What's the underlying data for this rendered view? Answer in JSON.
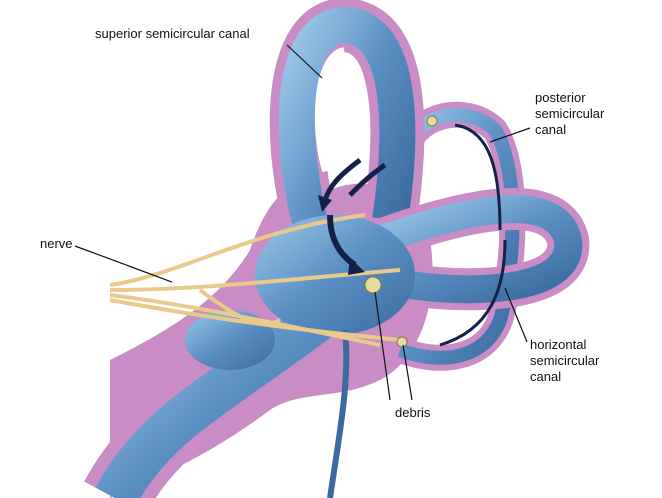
{
  "labels": {
    "superior": "superior semicircular canal",
    "posterior": [
      "posterior",
      "semicircular",
      "canal"
    ],
    "nerve": "nerve",
    "horizontal": [
      "horizontal",
      "semicircular",
      "canal"
    ],
    "debris": "debris"
  },
  "colors": {
    "membrane": "#c98cc4",
    "canal": "#5a8fc4",
    "canal_light": "#8fbde0",
    "nerve": "#e9c98c",
    "arrow": "#14204a",
    "debris": "#e7dca0"
  }
}
